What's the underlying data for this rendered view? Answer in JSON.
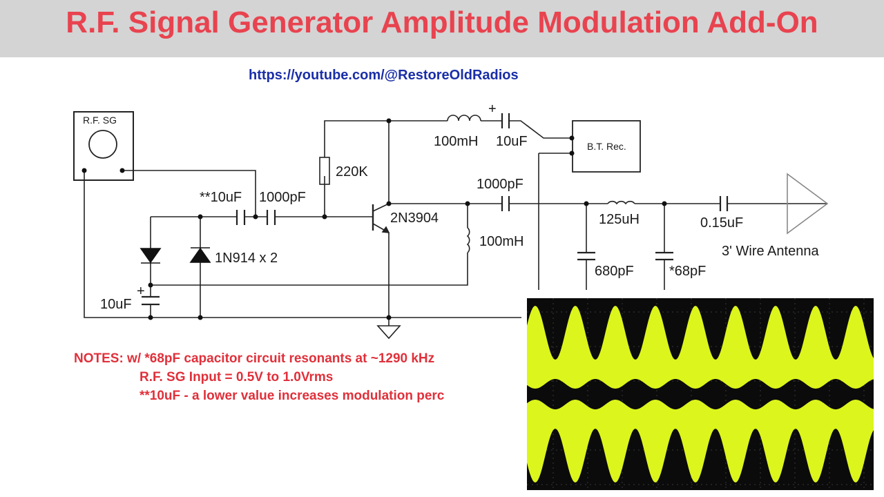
{
  "title": "R.F. Signal Generator Amplitude Modulation Add-On",
  "url": "https://youtube.com/@RestoreOldRadios",
  "schematic": {
    "rf_sg_label": "R.F. SG",
    "bt_rec_label": "B.T. Rec.",
    "labels": {
      "cap_10uf_top_polarity": "+",
      "inductor_100mh_top": "100mH",
      "cap_10uf_top": "10uF",
      "resistor_220k": "220K",
      "cap_10uf_input": "**10uF",
      "cap_1000pf_input": "1000pF",
      "transistor": "2N3904",
      "cap_1000pf_output": "1000pF",
      "inductor_100mh_collector": "100mH",
      "inductor_125uh": "125uH",
      "cap_015uf": "0.15uF",
      "cap_680pf": "680pF",
      "cap_68pf": "*68pF",
      "antenna": "3' Wire Antenna",
      "diodes": "1N914 x 2",
      "cap_10uf_bottom": "10uF",
      "cap_10uf_bottom_polarity": "+"
    }
  },
  "notes": {
    "line1": "NOTES: w/ *68pF capacitor circuit resonants at ~1290 kHz",
    "line2": "R.F. SG Input = 0.5V to 1.0Vrms",
    "line3": "**10uF - a lower value increases modulation perc"
  },
  "colors": {
    "title": "#e8434f",
    "title_bar": "#d4d4d4",
    "url": "#1a2ea8",
    "notes": "#e0303a",
    "trace": "#dcf51c",
    "scope_bg": "#0b0b0b"
  }
}
